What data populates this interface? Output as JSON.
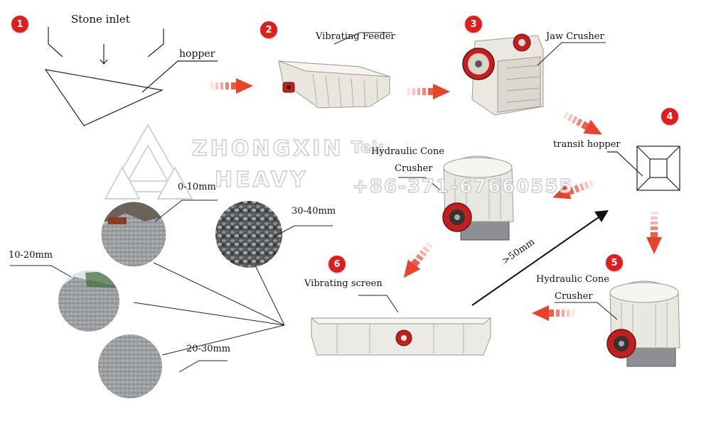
{
  "steps": [
    "1",
    "2",
    "3",
    "4",
    "5",
    "6"
  ],
  "labels": {
    "stone_inlet": "Stone inlet",
    "hopper": "hopper",
    "vibrating_feeder": "Vibrating Feeder",
    "jaw_crusher": "Jaw Crusher",
    "transit_hopper": "transit hopper",
    "cone_crusher_top_1": "Hydraulic Cone",
    "cone_crusher_top_2": "Crusher",
    "cone_crusher_bottom_1": "Hydraulic Cone",
    "cone_crusher_bottom_2": "Crusher",
    "vibrating_screen": "Vibrating screen",
    "oversize": ">50mm"
  },
  "products": {
    "p1": "0-10mm",
    "p2": "30-40mm",
    "p3": "10-20mm",
    "p4": "20-30mm"
  },
  "watermark": {
    "line1": "ZHONGXIN",
    "line2": "HEAVY",
    "tel_label": "Tel:",
    "tel_number": "+86-371-67660555"
  },
  "colors": {
    "badge": "#e01e1e",
    "arrow": "#e8432b",
    "machine": "#e9e6de",
    "motor": "#c41f1f"
  }
}
